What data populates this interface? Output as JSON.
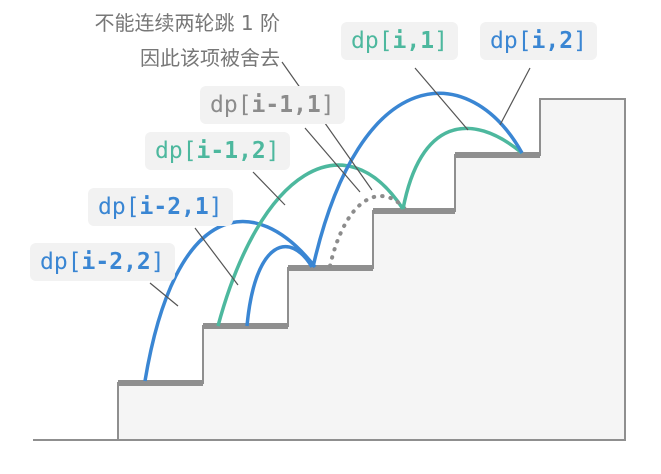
{
  "note": {
    "line1": "不能连续两轮跳 1 阶",
    "line2": "因此该项被舍去"
  },
  "colors": {
    "blue": "#3a86d3",
    "teal": "#4db89e",
    "gray": "#8c8c8c",
    "stairs_fill": "#f5f5f5",
    "stairs_stroke": "#8f8f8f",
    "step_top": "#8f8f8f",
    "label_bg": "#f2f2f2",
    "leader": "#555555"
  },
  "labels": [
    {
      "id": "dp-i-2-2",
      "prefix": "dp[",
      "index": "i-2,2",
      "suffix": "]",
      "color": "blue"
    },
    {
      "id": "dp-i-2-1",
      "prefix": "dp[",
      "index": "i-2,1",
      "suffix": "]",
      "color": "blue"
    },
    {
      "id": "dp-i-1-2",
      "prefix": "dp[",
      "index": "i-1,2",
      "suffix": "]",
      "color": "teal"
    },
    {
      "id": "dp-i-1-1",
      "prefix": "dp[",
      "index": "i-1,1",
      "suffix": "]",
      "color": "gray"
    },
    {
      "id": "dp-i-1",
      "prefix": "dp[",
      "index": "i,1",
      "suffix": "]",
      "color": "teal"
    },
    {
      "id": "dp-i-2",
      "prefix": "dp[",
      "index": "i,2",
      "suffix": "]",
      "color": "blue"
    }
  ],
  "arcs": [
    {
      "id": "jump-2-to-i-2",
      "color": "blue",
      "style": "solid"
    },
    {
      "id": "jump-1-to-i-2-1",
      "color": "blue",
      "style": "solid"
    },
    {
      "id": "jump-2-to-i-1-2",
      "color": "teal",
      "style": "solid"
    },
    {
      "id": "jump-1-to-i-1-1",
      "color": "gray",
      "style": "dotted"
    },
    {
      "id": "jump-1-to-i-1",
      "color": "teal",
      "style": "solid"
    },
    {
      "id": "jump-2-to-i",
      "color": "blue",
      "style": "solid"
    }
  ]
}
